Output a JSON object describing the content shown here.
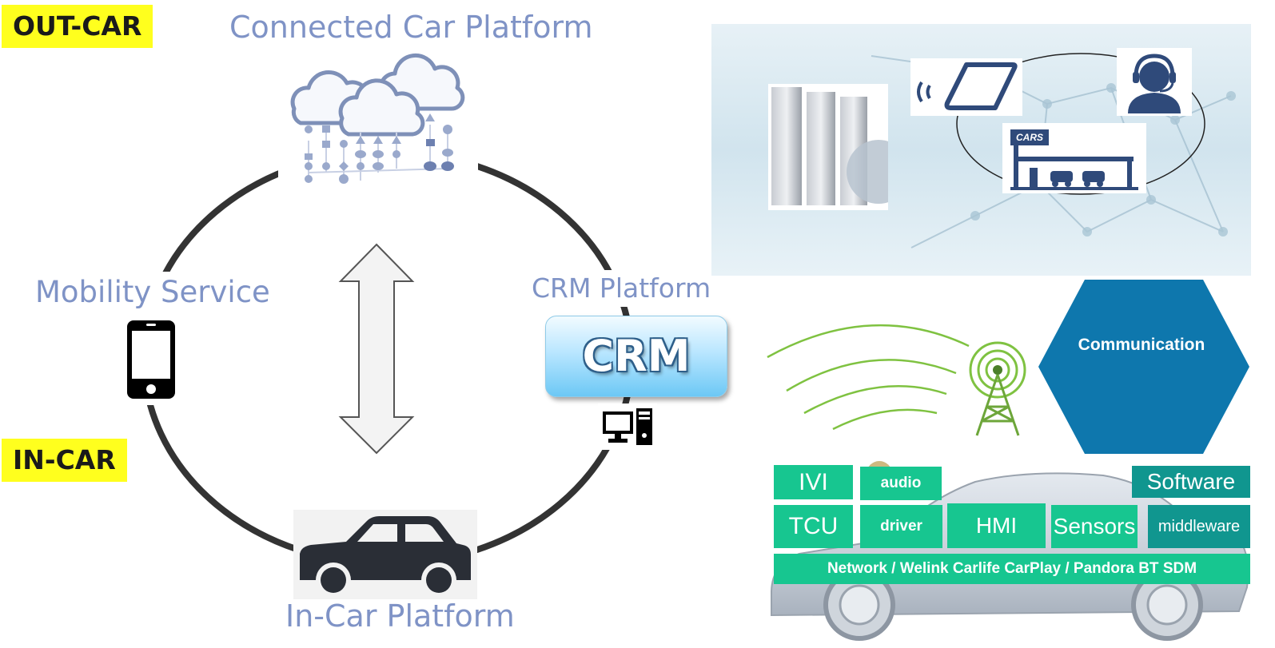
{
  "zones": {
    "out_car": "OUT-CAR",
    "in_car": "IN-CAR"
  },
  "platforms": {
    "connected": "Connected Car Platform",
    "crm": "CRM Platform",
    "mobility": "Mobility Service",
    "in_car": "In-Car Platform"
  },
  "crm_box": {
    "label": "CRM"
  },
  "cars_sign": "CARS",
  "hexagon": {
    "label": "Communication"
  },
  "modules": {
    "ivi": "IVI",
    "audio": "audio",
    "software": "Software",
    "tcu": "TCU",
    "driver": "driver",
    "hmi": "HMI",
    "sensors": "Sensors",
    "middleware": "middleware",
    "network": "Network / Welink Carlife CarPlay / Pandora BT SDM"
  },
  "colors": {
    "tag_yellow": "#ffff1e",
    "title_blue": "#7f93c6",
    "module_green": "#17c690",
    "module_teal": "#10968f",
    "hexagon_blue": "#0e77ad",
    "ring": "#333333"
  }
}
